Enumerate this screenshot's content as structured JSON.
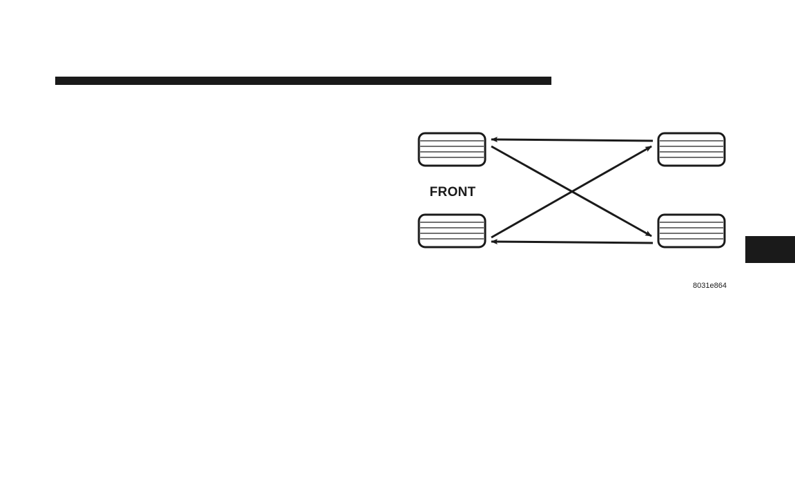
{
  "page": {
    "ink_color": "#1a1a1a",
    "background_color": "#ffffff"
  },
  "diagram": {
    "title": "",
    "front_label": "FRONT",
    "figure_code": "8031e864",
    "tires": [
      "front-left",
      "rear-left",
      "front-right",
      "rear-right"
    ],
    "arrows": [
      {
        "from": "rear-left",
        "to": "front-left"
      },
      {
        "from": "rear-right",
        "to": "front-right"
      },
      {
        "from": "front-left",
        "to": "rear-right"
      },
      {
        "from": "front-right",
        "to": "rear-left"
      }
    ]
  }
}
